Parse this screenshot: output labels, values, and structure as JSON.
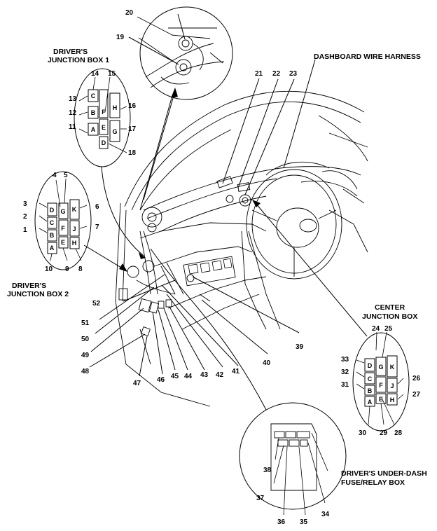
{
  "titles": {
    "jb1_line1": "DRIVER'S",
    "jb1_line2": "JUNCTION BOX 1",
    "jb2_line1": "DRIVER'S",
    "jb2_line2": "JUNCTION BOX 2",
    "harness": "DASHBOARD WIRE HARNESS",
    "cjb_line1": "CENTER",
    "cjb_line2": "JUNCTION BOX",
    "fuse_line1": "DRIVER'S UNDER-DASH",
    "fuse_line2": "FUSE/RELAY BOX"
  },
  "jb1": {
    "cells": [
      "C",
      "B",
      "A",
      "F",
      "E",
      "D",
      "H",
      "G"
    ]
  },
  "jb2": {
    "cells": [
      "D",
      "C",
      "B",
      "A",
      "G",
      "F",
      "E",
      "K",
      "J",
      "H"
    ]
  },
  "cjb": {
    "cells": [
      "D",
      "C",
      "B",
      "A",
      "G",
      "F",
      "E",
      "K",
      "J",
      "H"
    ]
  },
  "callouts": {
    "n1": "1",
    "n2": "2",
    "n3": "3",
    "n4": "4",
    "n5": "5",
    "n6": "6",
    "n7": "7",
    "n8": "8",
    "n9": "9",
    "n10": "10",
    "n11": "11",
    "n12": "12",
    "n13": "13",
    "n14": "14",
    "n15": "15",
    "n16": "16",
    "n17": "17",
    "n18": "18",
    "n19": "19",
    "n20": "20",
    "n21": "21",
    "n22": "22",
    "n23": "23",
    "n24": "24",
    "n25": "25",
    "n26": "26",
    "n27": "27",
    "n28": "28",
    "n29": "29",
    "n30": "30",
    "n31": "31",
    "n32": "32",
    "n33": "33",
    "n34": "34",
    "n35": "35",
    "n36": "36",
    "n37": "37",
    "n38": "38",
    "n39": "39",
    "n40": "40",
    "n41": "41",
    "n42": "42",
    "n43": "43",
    "n44": "44",
    "n45": "45",
    "n46": "46",
    "n47": "47",
    "n48": "48",
    "n49": "49",
    "n50": "50",
    "n51": "51",
    "n52": "52"
  }
}
